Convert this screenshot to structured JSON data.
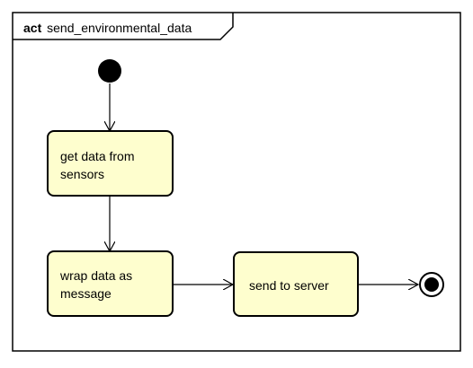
{
  "frame": {
    "keyword": "act",
    "name": "send_environmental_data"
  },
  "nodes": {
    "initial": {
      "kind": "initial-node"
    },
    "get_data": {
      "lines": [
        "get data from",
        "sensors"
      ]
    },
    "wrap_data": {
      "lines": [
        "wrap data as",
        "message"
      ]
    },
    "send": {
      "lines": [
        "send to server"
      ]
    },
    "final": {
      "kind": "final-node"
    }
  },
  "edges": [
    {
      "from": "initial",
      "to": "get_data"
    },
    {
      "from": "get_data",
      "to": "wrap_data"
    },
    {
      "from": "wrap_data",
      "to": "send"
    },
    {
      "from": "send",
      "to": "final"
    }
  ],
  "colors": {
    "action_fill": "#FEFECE",
    "stroke": "#000000",
    "background": "#FFFFFF"
  }
}
